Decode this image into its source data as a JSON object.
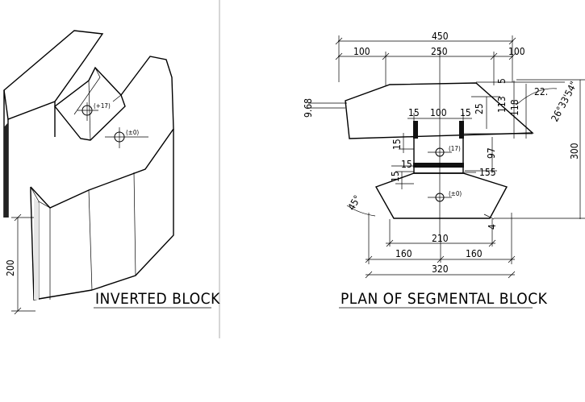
{
  "left_view": {
    "title": "INVERTED BLOCK",
    "height_label": "200",
    "hole_upper_label": "(+17)",
    "hole_lower_label": "(±0)"
  },
  "right_view": {
    "title": "PLAN OF SEGMENTAL BLOCK",
    "dims": {
      "top_overall": "450",
      "top_left": "100",
      "top_middle": "250",
      "top_right": "100",
      "left_thickness": "9.68",
      "stem_left_15": "15",
      "stem_width": "100",
      "stem_right_15": "15",
      "stem_25": "25",
      "dim_113": "113",
      "dim_118": "118",
      "dim_5": "5",
      "angle_22": "22.",
      "angle_2633": "26°33'54\"",
      "height_300": "300",
      "left_15a": "15",
      "left_15b": "15",
      "notch_15": "15",
      "dim_97": "97",
      "dim_155": "155",
      "angle_45": "45°",
      "dim_4": "4",
      "bottom_210": "210",
      "bottom_160_left": "160",
      "bottom_160_right": "160",
      "bottom_320": "320"
    },
    "hole_upper_label": "(17)",
    "hole_lower_label": "(±0)"
  }
}
